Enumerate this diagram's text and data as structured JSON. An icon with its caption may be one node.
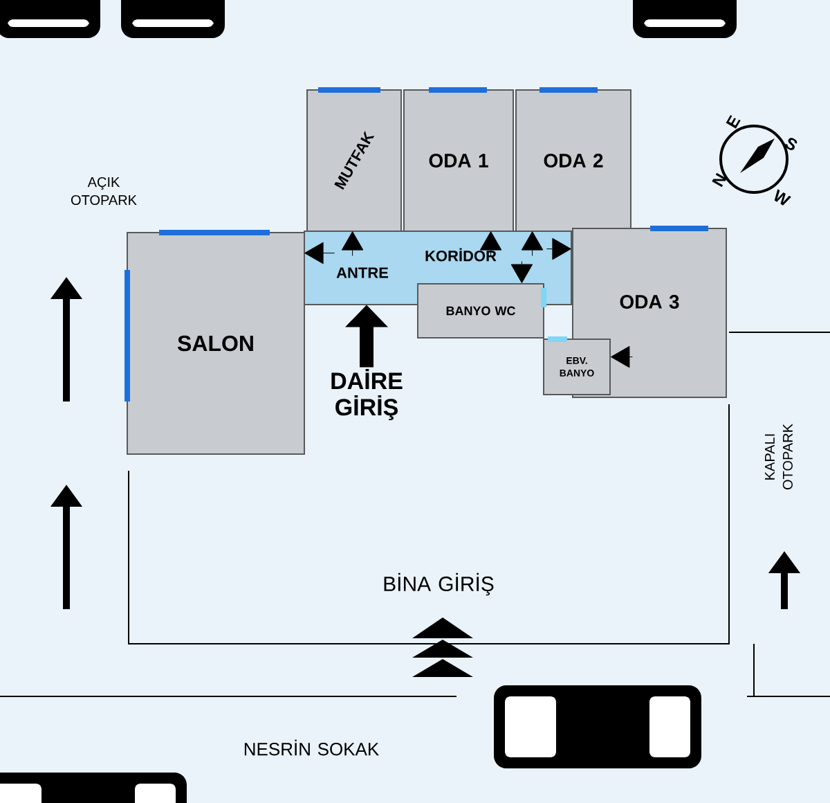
{
  "diagram": {
    "nodes": [
      {
        "text": [
          "SALON"
        ]
      },
      {
        "text": [
          "MUTFAK"
        ]
      },
      {
        "text": [
          "ODA 1"
        ]
      },
      {
        "text": [
          "ODA 2"
        ]
      },
      {
        "text": [
          "ANTRE",
          "KORİDOR"
        ]
      },
      {
        "text": [
          "BANYO WC"
        ]
      },
      {
        "text": [
          "ODA 3"
        ]
      },
      {
        "text": [
          "EBV. BANYO"
        ]
      },
      {
        "text": [
          "DAİRE GİRİŞ"
        ]
      }
    ],
    "edges": [
      {
        "from": 4,
        "to": 0,
        "arrow": "to"
      },
      {
        "from": 4,
        "to": 1,
        "arrow": "to"
      },
      {
        "from": 4,
        "to": 2,
        "arrow": "to"
      },
      {
        "from": 4,
        "to": 3,
        "arrow": "to"
      },
      {
        "from": 4,
        "to": 6,
        "arrow": "to"
      },
      {
        "from": 4,
        "to": 5,
        "arrow": "to"
      },
      {
        "from": 6,
        "to": 7,
        "arrow": "to"
      },
      {
        "from": 8,
        "to": 4,
        "arrow": "to",
        "style": "thick"
      }
    ],
    "labels": [
      "AÇIK OTOPARK",
      "KAPALI OTOPARK",
      "BİNA GİRİŞ",
      "NESRİN SOKAK",
      "N",
      "E",
      "S",
      "W"
    ]
  }
}
